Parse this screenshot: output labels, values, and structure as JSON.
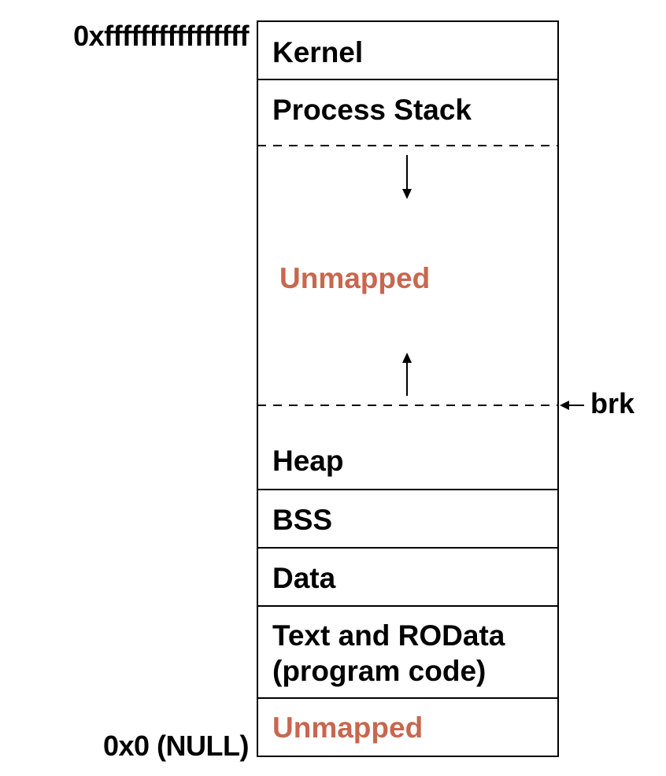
{
  "diagram": {
    "address_top": "0xffffffffffffffff",
    "address_bottom": "0x0 (NULL)",
    "brk_label": "brk",
    "segments": {
      "kernel": "Kernel",
      "process_stack": "Process Stack",
      "unmapped_middle": "Unmapped",
      "heap": "Heap",
      "bss": "BSS",
      "data": "Data",
      "text_line1": "Text and ROData",
      "text_line2": "(program code)",
      "unmapped_bottom": "Unmapped"
    },
    "colors": {
      "line": "#000000",
      "unmapped_text": "#c8674f"
    }
  }
}
